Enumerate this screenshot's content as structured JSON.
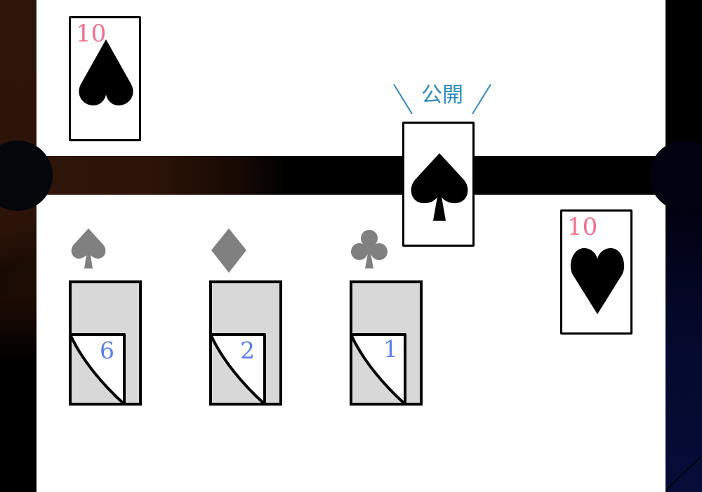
{
  "scene": {
    "colors": {
      "left_panel": "#2e1408",
      "right_panel": "#070c38",
      "bar_start": "#2f1509",
      "bar_end": "#000000",
      "rank_text": "#f2708a",
      "pile_number": "#5b7fe8",
      "reveal_label": "#2a8cc0",
      "suit_hint": "#808080",
      "pile_fill": "#d8d8d8"
    }
  },
  "opponent_card": {
    "rank": "10",
    "suit": "spade-no-stem",
    "suit_color": "#000000"
  },
  "revealed_card": {
    "label": "公開",
    "suit": "spade",
    "suit_color": "#000000"
  },
  "player_card": {
    "rank": "10",
    "suit": "heart",
    "suit_color": "#000000"
  },
  "piles": [
    {
      "suit": "spade",
      "count": "6"
    },
    {
      "suit": "diamond",
      "count": "2"
    },
    {
      "suit": "club",
      "count": "1"
    }
  ]
}
